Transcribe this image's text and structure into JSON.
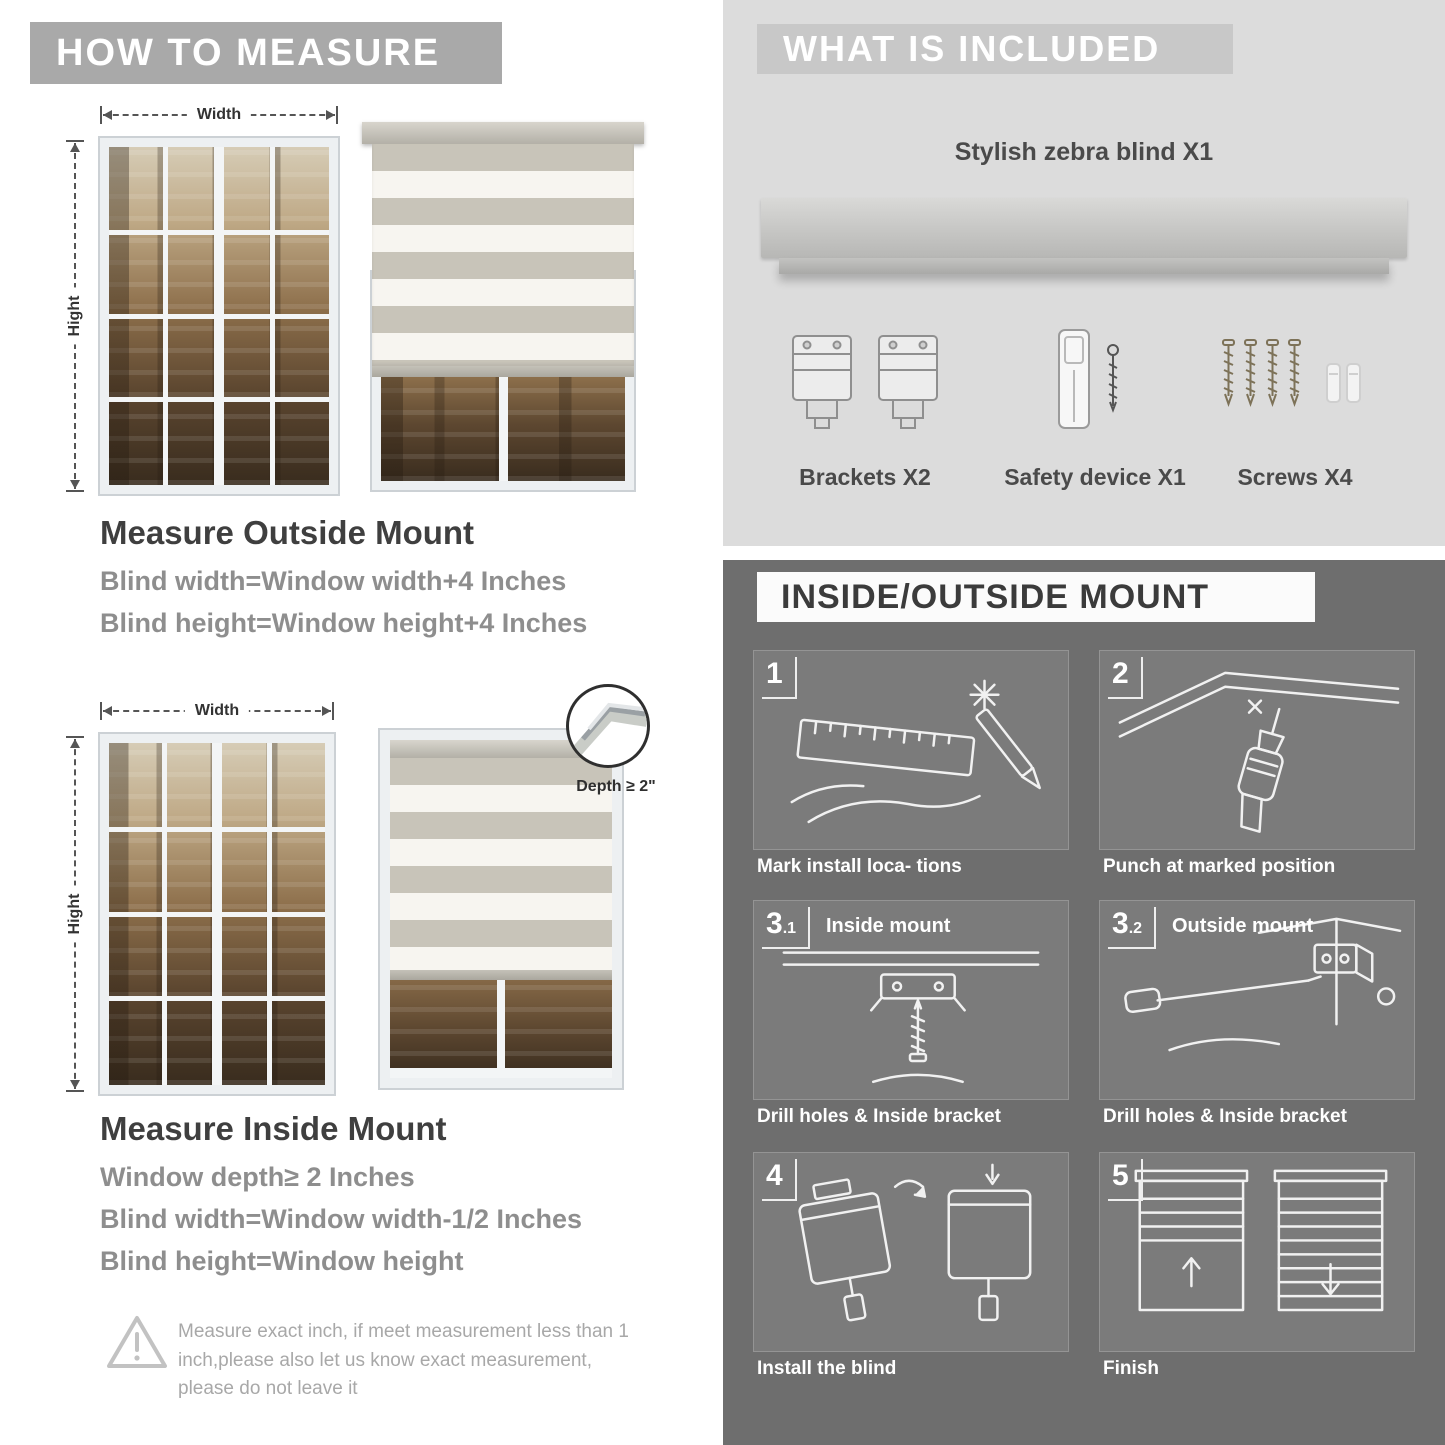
{
  "colors": {
    "left_header_bg": "#a9a9a9",
    "included_bg": "#dcdcdc",
    "included_header_bg": "#c8c8c8",
    "mount_bg": "#6e6e6e",
    "panel_bg": "#7b7b7b",
    "body_text": "#8e8e8e",
    "title_text": "#3f3f3f"
  },
  "left": {
    "header": "HOW TO MEASURE",
    "width_label": "Width",
    "height_label": "Hight",
    "outside": {
      "title": "Measure Outside Mount",
      "line1": "Blind width=Window width+4 Inches",
      "line2": "Blind height=Window height+4 Inches"
    },
    "inside": {
      "title": "Measure Inside Mount",
      "depth_note": "Depth ≥ 2\"",
      "line1": "Window depth≥ 2 Inches",
      "line2": "Blind width=Window width-1/2 Inches",
      "line3": "Blind height=Window height"
    },
    "warning": "Measure exact inch, if meet measurement less than 1 inch,please also let us know exact measurement, please do not leave it"
  },
  "included": {
    "header": "WHAT IS INCLUDED",
    "blind_label": "Stylish zebra blind X1",
    "items": [
      {
        "label": "Brackets X2"
      },
      {
        "label": "Safety device X1"
      },
      {
        "label": "Screws X4"
      }
    ]
  },
  "mount": {
    "header": "INSIDE/OUTSIDE MOUNT",
    "steps": [
      {
        "num": "1",
        "caption": "Mark install loca- tions"
      },
      {
        "num": "2",
        "caption": "Punch at  marked position"
      },
      {
        "num": "3",
        "sub": ".1",
        "label": "Inside mount",
        "caption": "Drill holes &  Inside bracket"
      },
      {
        "num": "3",
        "sub": ".2",
        "label": "Outside mount",
        "caption": "Drill holes &  Inside bracket"
      },
      {
        "num": "4",
        "caption": "Install the blind"
      },
      {
        "num": "5",
        "caption": "Finish"
      }
    ]
  }
}
